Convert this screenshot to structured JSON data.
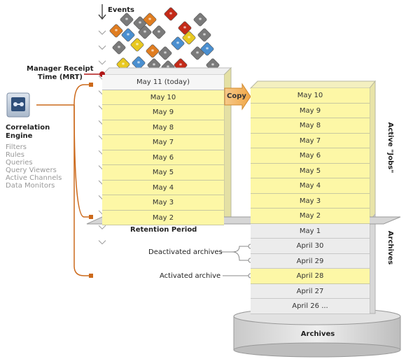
{
  "events": {
    "title": "Events"
  },
  "mrt": {
    "line1": "Manager Receipt",
    "line2": "Time (MRT)"
  },
  "engine": {
    "title_line1": "Correlation",
    "title_line2": "Engine",
    "items": [
      "Filters",
      "Rules",
      "Queries",
      "Query Viewers",
      "Active Channels",
      "Data Monitors"
    ]
  },
  "left_stack": {
    "top_row": "May 11 (today)",
    "rows": [
      "May 10",
      "May 9",
      "May 8",
      "May 7",
      "May 6",
      "May 5",
      "May 4",
      "May 3",
      "May 2"
    ]
  },
  "copy_label": "Copy",
  "right_stack": {
    "active_rows": [
      "May 10",
      "May 9",
      "May 8",
      "May 7",
      "May 6",
      "May 5",
      "May 4",
      "May 3",
      "May 2"
    ],
    "archive_rows": [
      {
        "label": "May 1",
        "state": "inactive"
      },
      {
        "label": "April 30",
        "state": "inactive"
      },
      {
        "label": "April 29",
        "state": "inactive"
      },
      {
        "label": "April 28",
        "state": "active"
      },
      {
        "label": "April 27",
        "state": "inactive"
      },
      {
        "label": "April 26 ...",
        "state": "inactive"
      }
    ]
  },
  "retention_label": "Retention Period",
  "deactivated_label": "Deactivated archives",
  "activated_label": "Activated archive",
  "side_active": "Active \"Jobs\"",
  "side_archives": "Archives",
  "disk_label": "Archives",
  "colors": {
    "yellow_row": "#fdf7a6",
    "gray_row": "#ececec",
    "accent_orange": "#cc6a1c",
    "mrt_red": "#b01818"
  }
}
